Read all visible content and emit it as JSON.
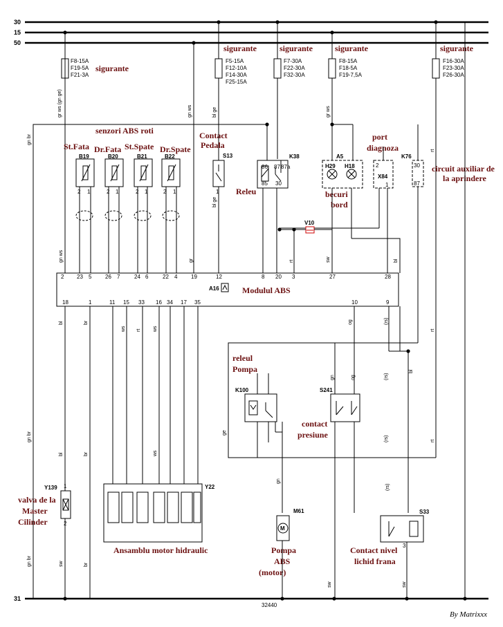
{
  "buses": {
    "b30": "30",
    "b15": "15",
    "b50": "50",
    "b31": "31"
  },
  "fuses": {
    "f1": {
      "lines": [
        "F8-15A",
        "F19-5A",
        "F21-3A"
      ],
      "label": "sigurante"
    },
    "f2": {
      "lines": [
        "F5-15A",
        "F12-10A",
        "F14-30A",
        "F25-15A"
      ],
      "label": "sigurante"
    },
    "f3": {
      "lines": [
        "F7-30A",
        "F22-30A",
        "F32-30A"
      ],
      "label": "sigurante"
    },
    "f4": {
      "lines": [
        "F8-15A",
        "F18-5A",
        "F19-7,5A"
      ],
      "label": "sigurante"
    },
    "f5": {
      "lines": [
        "F16-30A",
        "F23-30A",
        "F26-30A"
      ],
      "label": "sigurante"
    }
  },
  "sensors": {
    "group_label": "senzori ABS roti",
    "items": [
      {
        "name": "St.Fata",
        "code": "B19"
      },
      {
        "name": "Dr.Fata",
        "code": "B20"
      },
      {
        "name": "St.Spate",
        "code": "B21"
      },
      {
        "name": "Dr.Spate",
        "code": "B22"
      }
    ]
  },
  "components": {
    "s13": {
      "code": "S13",
      "label1": "Contact",
      "label2": "Pedala"
    },
    "k38": {
      "code": "K38",
      "label": "Releu"
    },
    "a5": {
      "code": "A5",
      "h29": "H29",
      "h18": "H18",
      "label1": "becuri",
      "label2": "bord"
    },
    "x84": {
      "code": "X84",
      "label1": "port",
      "label2": "diagnoza"
    },
    "k76": {
      "code": "K76",
      "label1": "circuit auxiliar de",
      "label2": "la aprindere"
    },
    "v10": {
      "code": "V10"
    },
    "a16": {
      "code": "A16",
      "label": "Modulul ABS"
    },
    "k100": {
      "code": "K100",
      "label1": "releul",
      "label2": "Pompa"
    },
    "s241": {
      "code": "S241",
      "label1": "contact",
      "label2": "presiune"
    },
    "y139": {
      "code": "Y139",
      "label1": "valva de la",
      "label2": "Master",
      "label3": "Cilinder"
    },
    "y22": {
      "code": "Y22",
      "label": "Ansamblu motor hidraulic"
    },
    "m61": {
      "code": "M61",
      "label1": "Pompa",
      "label2": "ABS",
      "label3": "(motor)"
    },
    "s33": {
      "code": "S33",
      "label1": "Contact nivel",
      "label2": "lichid frana"
    }
  },
  "module_pins_top": [
    "2",
    "23",
    "5",
    "26",
    "7",
    "24",
    "6",
    "22",
    "4",
    "19",
    "12",
    "8",
    "20",
    "3",
    "27",
    "28"
  ],
  "module_pins_bottom": [
    "18",
    "1",
    "11",
    "15",
    "33",
    "16",
    "34",
    "17",
    "35",
    "10",
    "9"
  ],
  "wire_colors": {
    "gnws": "gn ws",
    "gnbr": "gn br",
    "grws": "gr ws",
    "blge": "bl ge",
    "gnws2": "gn ws",
    "sw": "sw",
    "bl": "bl",
    "br": "br",
    "rt": "rt",
    "ws": "ws",
    "gn": "gn",
    "gr": "gr",
    "ge": "ge",
    "rs": "(rs)",
    "og": "og"
  },
  "footer": {
    "ref": "32440",
    "signature": "By Matrixxx"
  }
}
